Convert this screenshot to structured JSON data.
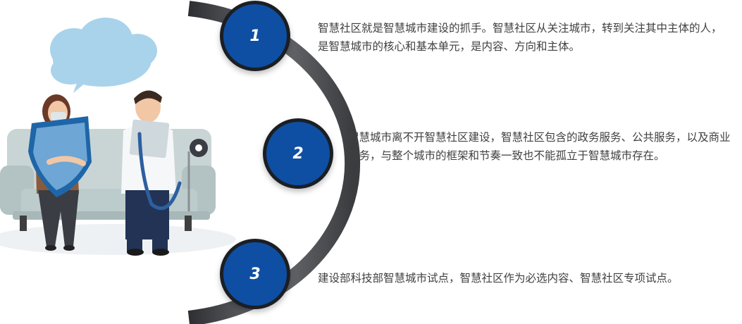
{
  "steps": [
    {
      "number": "1",
      "text": "智慧社区就是智慧城市建设的抓手。智慧社区从关注城市，转到关注其中主体的人，是智慧城市的核心和基本单元，是内容、方向和主体。"
    },
    {
      "number": "2",
      "text": "智慧城市离不开智慧社区建设，智慧社区包含的政务服务、公共服务，以及商业服务，与整个城市的框架和节奏一致也不能孤立于智慧城市存在。"
    },
    {
      "number": "3",
      "text": "建设部科技部智慧城市试点，智慧社区作为必选内容、智慧社区专项试点。"
    }
  ],
  "colors": {
    "accent_blue": "#0e4fa4",
    "arc_gray": "#6e6f72",
    "text": "#404040"
  }
}
